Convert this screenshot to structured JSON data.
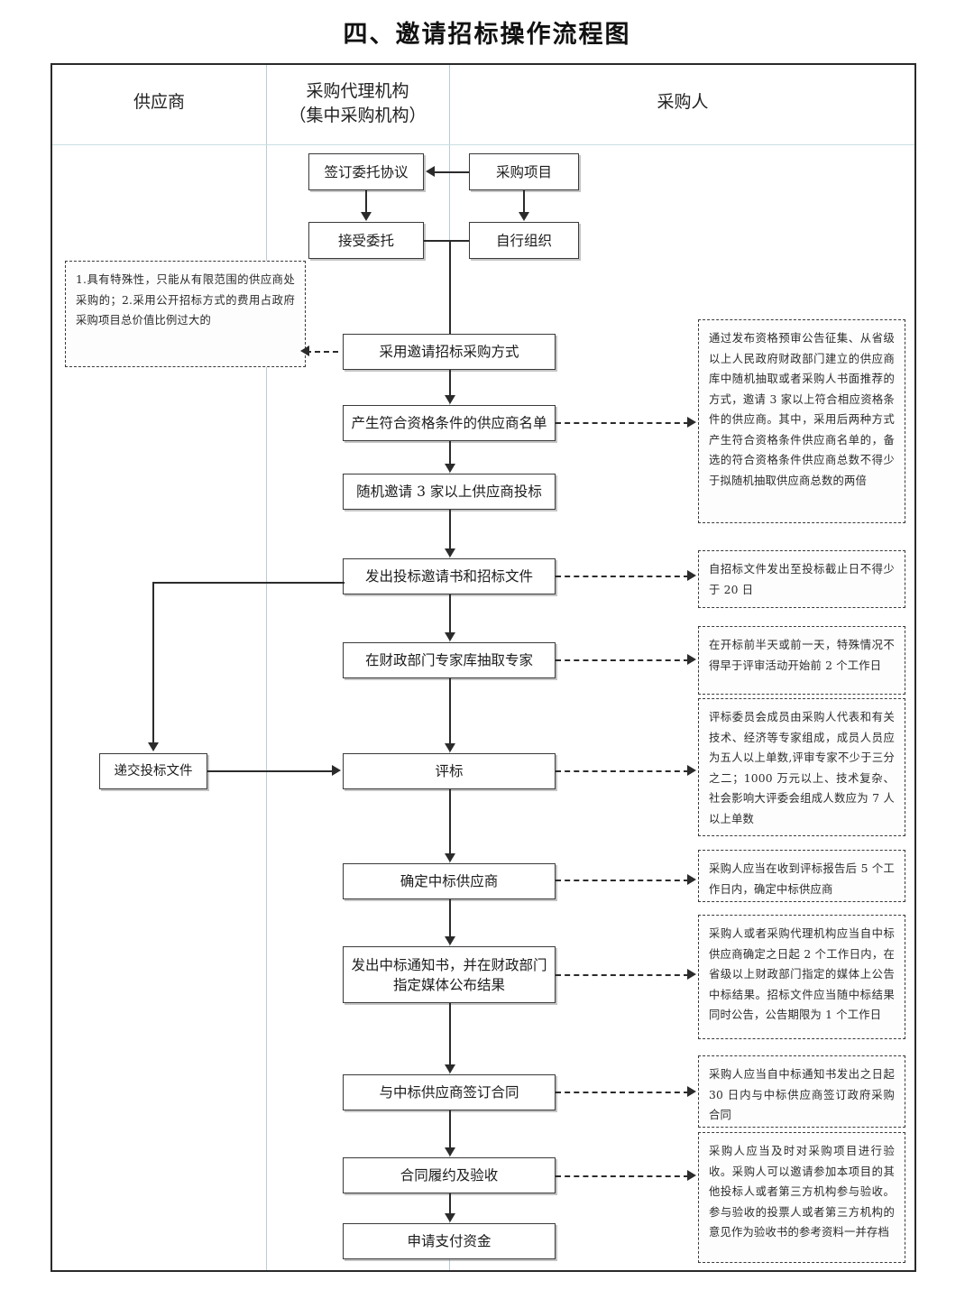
{
  "title": "四、邀请招标操作流程图",
  "columns": [
    {
      "label": "供应商"
    },
    {
      "label": "采购代理机构\n（集中采购机构）"
    },
    {
      "label": "采购人"
    }
  ],
  "column_labels": {
    "supplier": "供应商",
    "agency_line1": "采购代理机构",
    "agency_line2": "（集中采购机构）",
    "buyer": "采购人"
  },
  "nodes": {
    "sign_agreement": "签订委托协议",
    "procurement_project": "采购项目",
    "accept_entrust": "接受委托",
    "self_organize": "自行组织",
    "adopt_invited_bidding": "采用邀请招标采购方式",
    "qualified_supplier_list": "产生符合资格条件的供应商名单",
    "random_invite": "随机邀请 3 家以上供应商投标",
    "issue_invitation_docs": "发出投标邀请书和招标文件",
    "draw_experts": "在财政部门专家库抽取专家",
    "submit_bid_docs": "递交投标文件",
    "bid_evaluation": "评标",
    "determine_winner": "确定中标供应商",
    "issue_award_notice": "发出中标通知书，并在财政部门\n指定媒体公布结果",
    "sign_contract": "与中标供应商签订合同",
    "contract_performance": "合同履约及验收",
    "apply_payment": "申请支付资金"
  },
  "node_lines": {
    "issue_award_notice_l1": "发出中标通知书，并在财政部门",
    "issue_award_notice_l2": "指定媒体公布结果"
  },
  "notes": {
    "left_conditions": "1.具有特殊性，只能从有限范围的供应商处采购的；2.采用公开招标方式的费用占政府采购项目总价值比例过大的",
    "supplier_list": "通过发布资格预审公告征集、从省级以上人民政府财政部门建立的供应商库中随机抽取或者采购人书面推荐的方式，邀请 3 家以上符合相应资格条件的供应商。其中，采用后两种方式产生符合资格条件供应商名单的，备选的符合资格条件供应商总数不得少于拟随机抽取供应商总数的两倍",
    "bid_deadline": "自招标文件发出至投标截止日不得少于 20 日",
    "draw_experts_time": "在开标前半天或前一天，特殊情况不得早于评审活动开始前 2 个工作日",
    "evaluation_committee": "评标委员会成员由采购人代表和有关技术、经济等专家组成，成员人员应为五人以上单数,评审专家不少于三分之二；1000 万元以上、技术复杂、社会影响大评委会组成人数应为 7 人以上单数",
    "determine_winner_time": "采购人应当在收到评标报告后 5 个工作日内，确定中标供应商",
    "announce_result": "采购人或者采购代理机构应当自中标供应商确定之日起 2 个工作日内，在省级以上财政部门指定的媒体上公告中标结果。招标文件应当随中标结果同时公告，公告期限为 1 个工作日",
    "sign_contract_time": "采购人应当自中标通知书发出之日起 30 日内与中标供应商签订政府采购合同",
    "acceptance": "采购人应当及时对采购项目进行验收。采购人可以邀请参加本项目的其他投标人或者第三方机构参与验收。参与验收的投票人或者第三方机构的意见作为验收书的参考资料一并存档"
  },
  "colors": {
    "frame": "#2a2a2a",
    "divider": "#b9cdd4",
    "box_border": "#3a3a3a",
    "connector": "#2b2b2b",
    "text": "#1c1c1c"
  }
}
